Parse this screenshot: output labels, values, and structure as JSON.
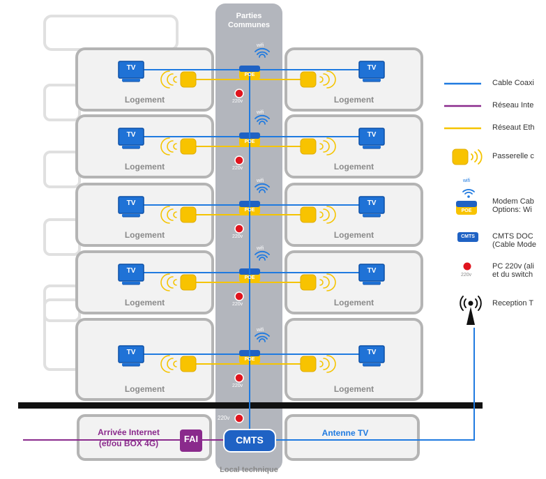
{
  "shaft": {
    "title_line1": "Parties",
    "title_line2": "Communes",
    "bottom_label": "Local technique"
  },
  "units": {
    "room_label": "Logement",
    "tv_label": "TV",
    "poe_label": "POE",
    "wifi_label": "wifi",
    "power_label": "220v",
    "floors": 5
  },
  "basement": {
    "internet_line1": "Arrivée Internet",
    "internet_line2": "(et/ou BOX 4G)",
    "fai_label": "FAI",
    "cmts_label": "CMTS",
    "antenna_label": "Antenne TV",
    "power_label": "220v"
  },
  "legend": {
    "items": [
      {
        "id": "coax",
        "label": "Cable Coaxi"
      },
      {
        "id": "internet",
        "label": "Réseau Inte"
      },
      {
        "id": "ethernet",
        "label": "Réseaut Eth"
      },
      {
        "id": "bridge",
        "label": "Passerelle c"
      },
      {
        "id": "modem",
        "line1": "Modem Cab",
        "line2": "Options:  Wi",
        "wifi": "wifi",
        "poe": "POE"
      },
      {
        "id": "cmts",
        "line1": "CMTS DOC",
        "line2": "(Cable Mode",
        "badge": "CMTS"
      },
      {
        "id": "power",
        "line1": "PC 220v (ali",
        "line2": "et du switch",
        "small": "220v"
      },
      {
        "id": "reception",
        "label": "Reception T"
      }
    ]
  },
  "colors": {
    "coax": "#1f7ae0",
    "internet": "#8a2a8c",
    "ethernet": "#f5c400",
    "shaft": "#b3b6bd",
    "room_border": "#b4b4b4",
    "room_fill": "#f2f2f2",
    "power": "#e0141e",
    "tv": "#1f72d6"
  }
}
